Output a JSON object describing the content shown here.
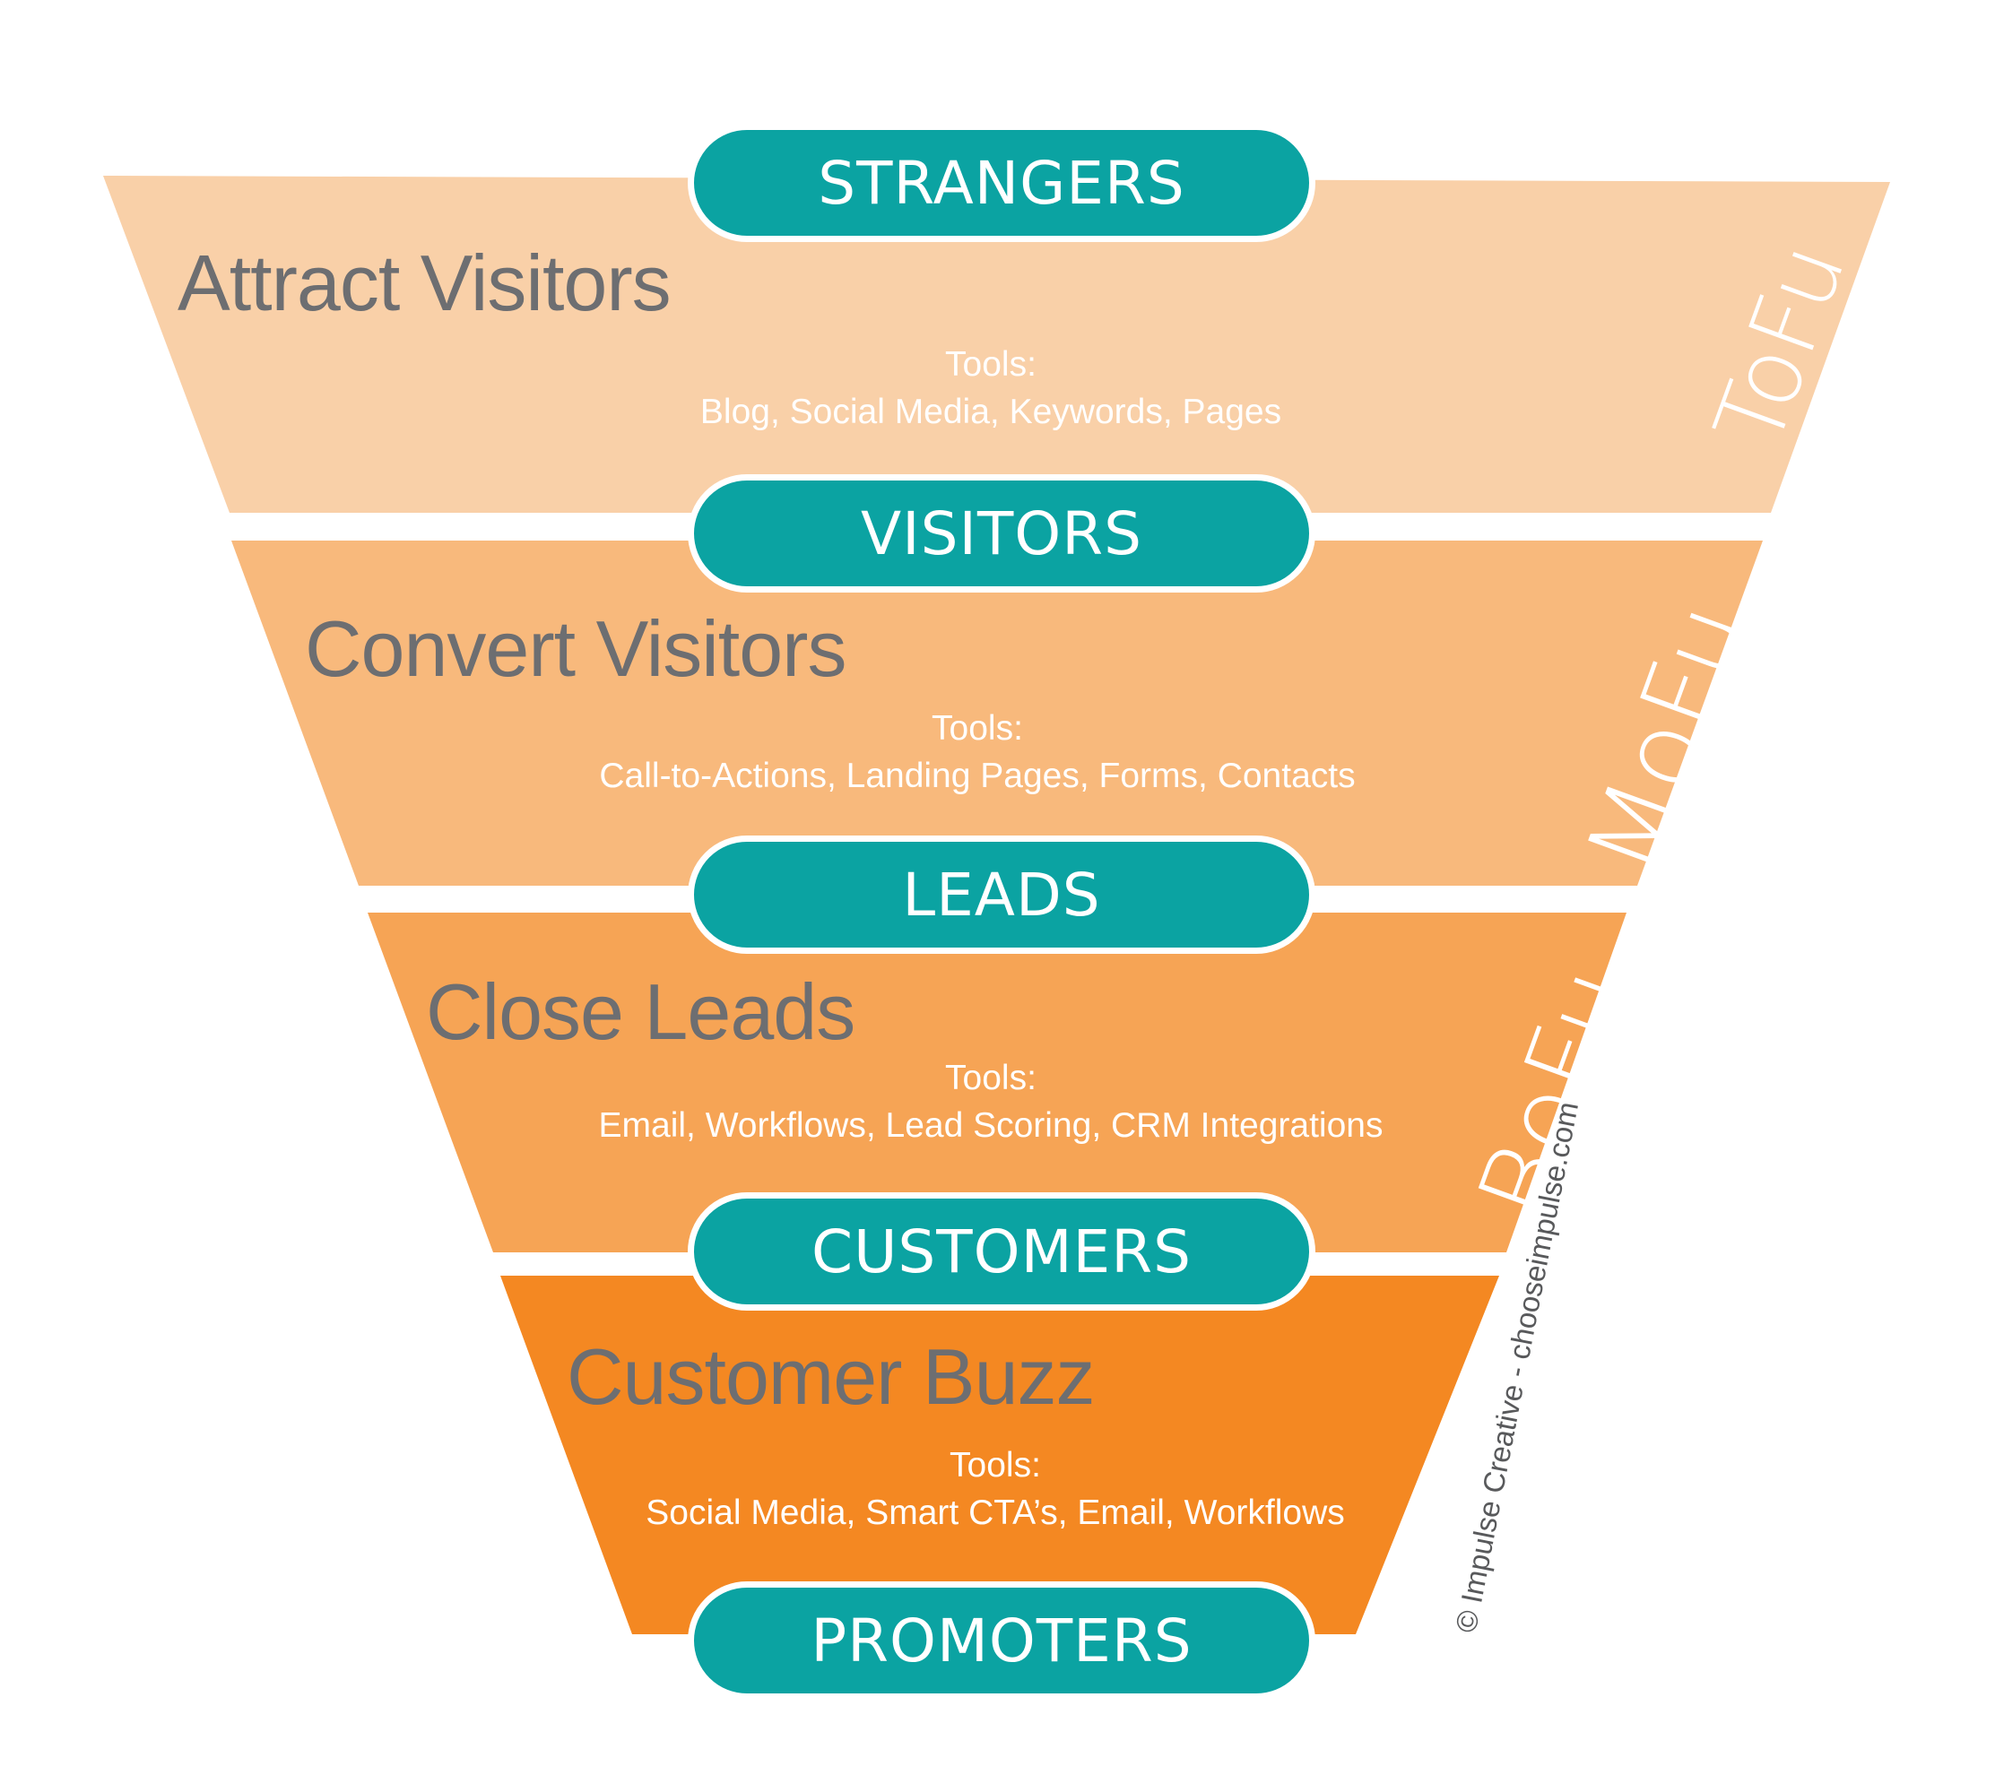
{
  "colors": {
    "band_1": "#f9d0a8",
    "band_2": "#f8b97c",
    "band_3": "#f6a455",
    "band_4": "#f48822",
    "pill": "#0ba3a2",
    "title_text": "#6d6e71"
  },
  "stages": [
    {
      "title": "Attract Visitors",
      "tools_label": "Tools:",
      "tools": "Blog, Social Media, Keywords, Pages",
      "side_label": "ToFu"
    },
    {
      "title": "Convert Visitors",
      "tools_label": "Tools:",
      "tools": "Call-to-Actions, Landing Pages, Forms, Contacts",
      "side_label": "MoFu"
    },
    {
      "title": "Close Leads",
      "tools_label": "Tools:",
      "tools": "Email, Workflows, Lead Scoring, CRM Integrations",
      "side_label": "BoFu"
    },
    {
      "title": "Customer Buzz",
      "tools_label": "Tools:",
      "tools": "Social Media, Smart CTA’s, Email, Workflows",
      "side_label": ""
    }
  ],
  "audiences": [
    "STRANGERS",
    "VISITORS",
    "LEADS",
    "CUSTOMERS",
    "PROMOTERS"
  ],
  "credit": "© Impulse Creative - chooseimpulse.com"
}
